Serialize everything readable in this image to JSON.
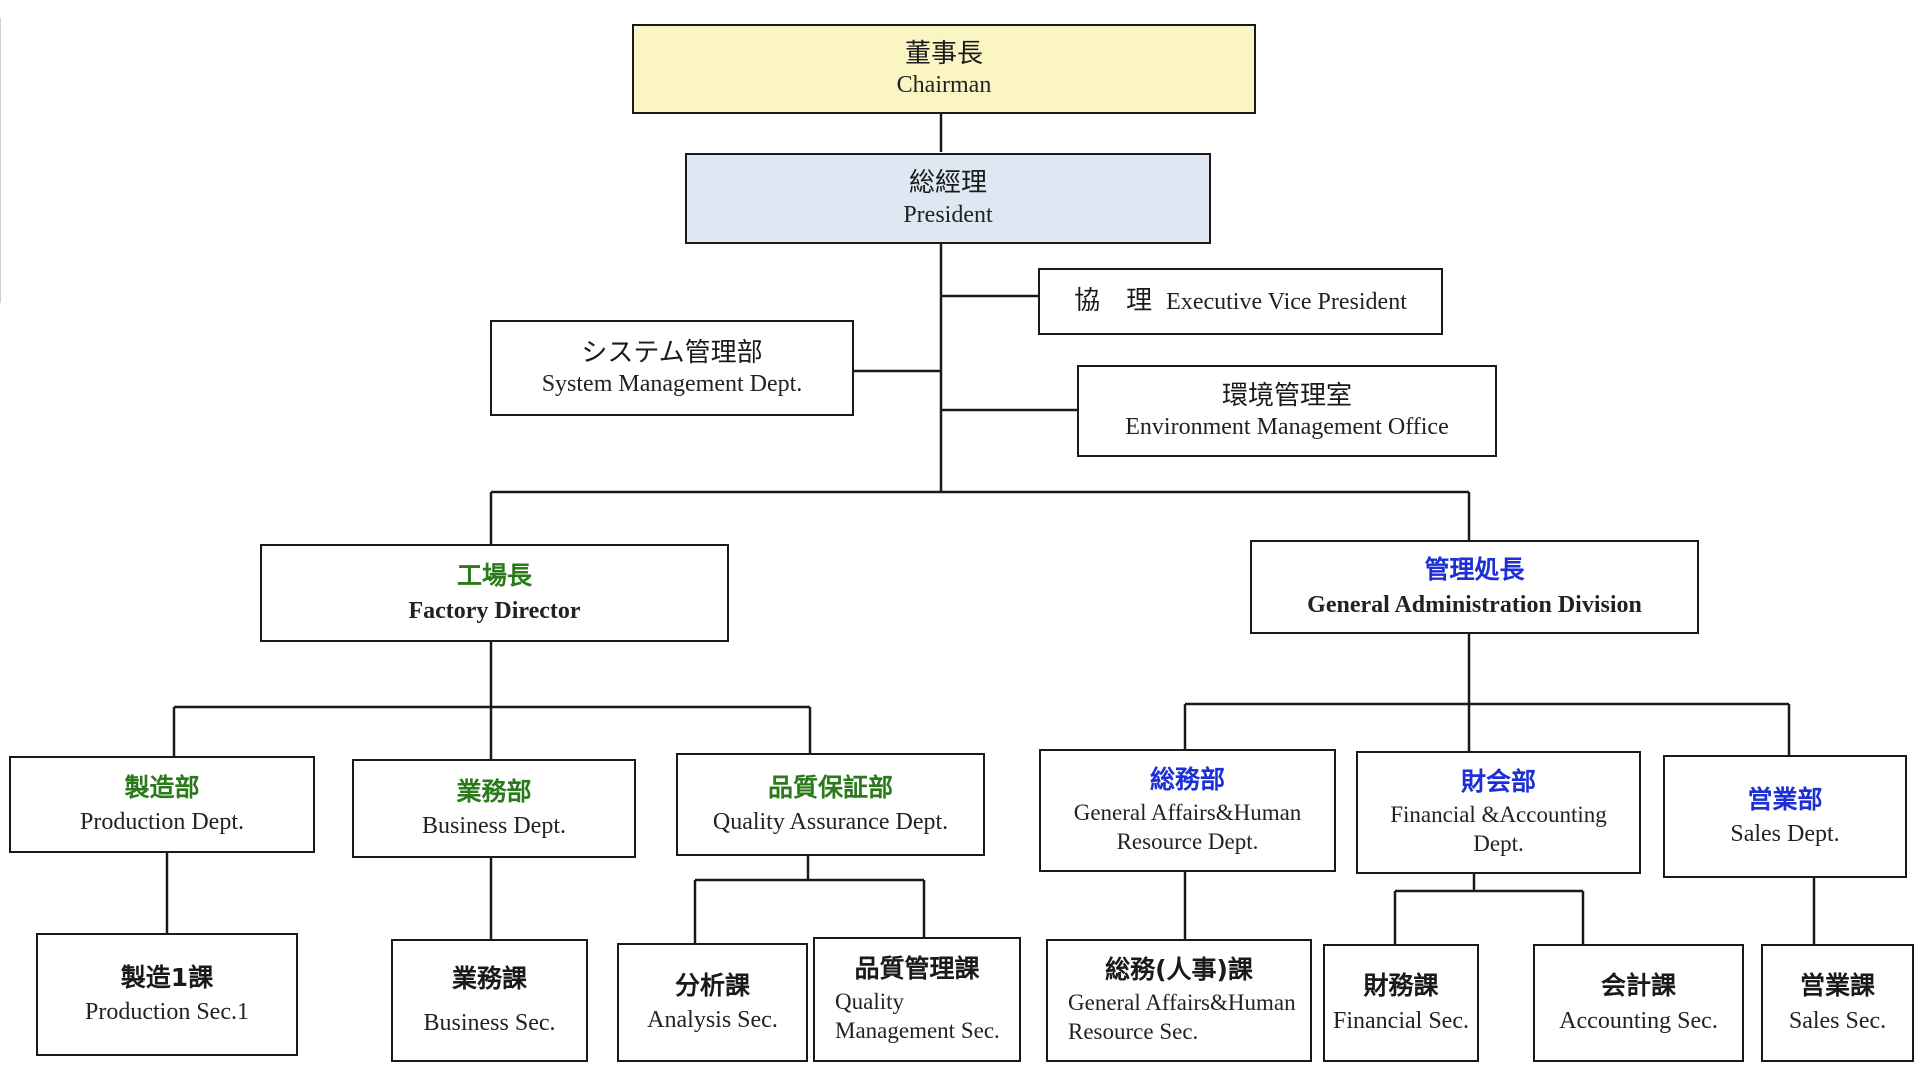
{
  "chairman": {
    "jp": "董事長",
    "en": "Chairman",
    "fill": "#fbf5c4"
  },
  "president": {
    "jp": "総經理",
    "en": "President",
    "fill": "#dde8f2"
  },
  "evp": {
    "jp": "協　理",
    "en": "Executive Vice President"
  },
  "system_mgmt": {
    "jp": "システム管理部",
    "en": "System Management Dept."
  },
  "env_office": {
    "jp": "環境管理室",
    "en": "Environment Management Office"
  },
  "factory_director": {
    "jp": "工場長",
    "en": "Factory Director",
    "color": "#2a7a1a"
  },
  "general_admin": {
    "jp": "管理処長",
    "en": "General Administration Division",
    "color": "#1d2fd6"
  },
  "production_dept": {
    "jp": "製造部",
    "en": "Production Dept."
  },
  "business_dept": {
    "jp": "業務部",
    "en": "Business Dept."
  },
  "qa_dept": {
    "jp": "品質保証部",
    "en": "Quality Assurance Dept."
  },
  "ga_dept": {
    "jp": "総務部",
    "en1": "General Affairs&Human",
    "en2": "Resource Dept."
  },
  "fa_dept": {
    "jp": "財会部",
    "en1": "Financial &Accounting",
    "en2": "Dept."
  },
  "sales_dept": {
    "jp": "営業部",
    "en": "Sales Dept."
  },
  "production_sec": {
    "jp": "製造1課",
    "en": "Production Sec.1"
  },
  "business_sec": {
    "jp": "業務課",
    "en": "Business Sec."
  },
  "analysis_sec": {
    "jp": "分析課",
    "en": "Analysis Sec."
  },
  "qm_sec": {
    "jp": "品質管理課",
    "en1": "Quality",
    "en2": "Management Sec."
  },
  "ga_sec": {
    "jp": "総務(人事)課",
    "en1": "General Affairs&Human",
    "en2": "Resource Sec."
  },
  "financial_sec": {
    "jp": "財務課",
    "en": "Financial Sec."
  },
  "accounting_sec": {
    "jp": "会計課",
    "en": "Accounting Sec."
  },
  "sales_sec": {
    "jp": "営業課",
    "en": "Sales Sec."
  }
}
